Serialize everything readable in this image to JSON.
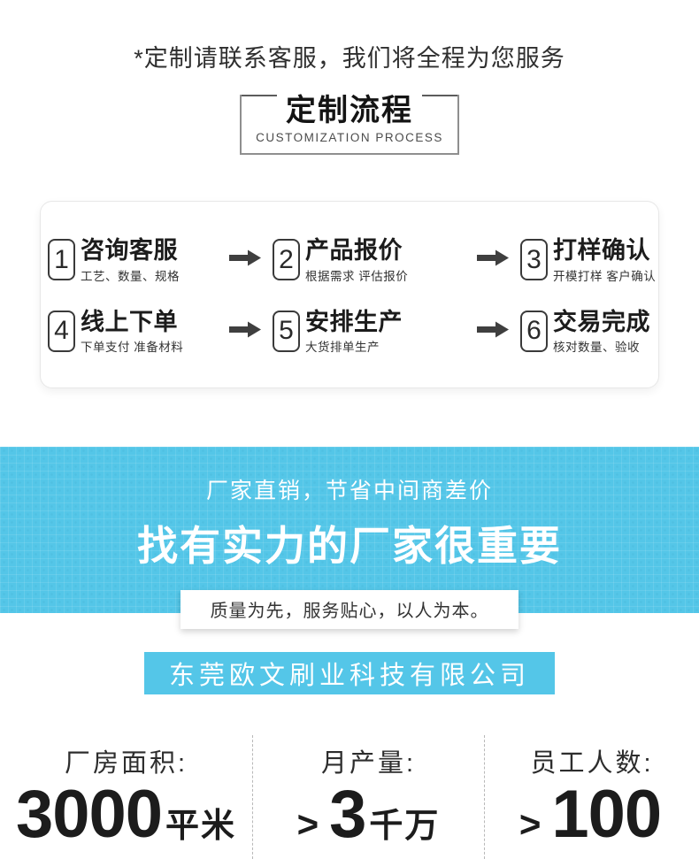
{
  "top_note": "*定制请联系客服，我们将全程为您服务",
  "process_header": {
    "title": "定制流程",
    "subtitle": "CUSTOMIZATION PROCESS"
  },
  "process_steps": [
    {
      "num": "1",
      "title": "咨询客服",
      "desc": "工艺、数量、规格"
    },
    {
      "num": "2",
      "title": "产品报价",
      "desc": "根据需求 评估报价"
    },
    {
      "num": "3",
      "title": "打样确认",
      "desc": "开模打样 客户确认"
    },
    {
      "num": "4",
      "title": "线上下单",
      "desc": "下单支付 准备材料"
    },
    {
      "num": "5",
      "title": "安排生产",
      "desc": "大货排单生产"
    },
    {
      "num": "6",
      "title": "交易完成",
      "desc": "核对数量、验收"
    }
  ],
  "banner": {
    "line1": "厂家直销，节省中间商差价",
    "line2": "找有实力的厂家很重要",
    "quality_text": "质量为先，服务贴心，以人为本。"
  },
  "company": {
    "name": "东莞欧文刷业科技有限公司"
  },
  "stats": [
    {
      "label": "厂房面积:",
      "prefix": "",
      "value": "3000",
      "suffix": "平米"
    },
    {
      "label": "月产量:",
      "prefix": ">",
      "value": "3",
      "suffix": "千万"
    },
    {
      "label": "员工人数:",
      "prefix": ">",
      "value": "100",
      "suffix": ""
    }
  ],
  "colors": {
    "accent_cyan": "#54c6e8",
    "arrow": "#3f3f3f",
    "text_dark": "#2d2d2d"
  },
  "icons": [
    "arrow-right-icon"
  ]
}
